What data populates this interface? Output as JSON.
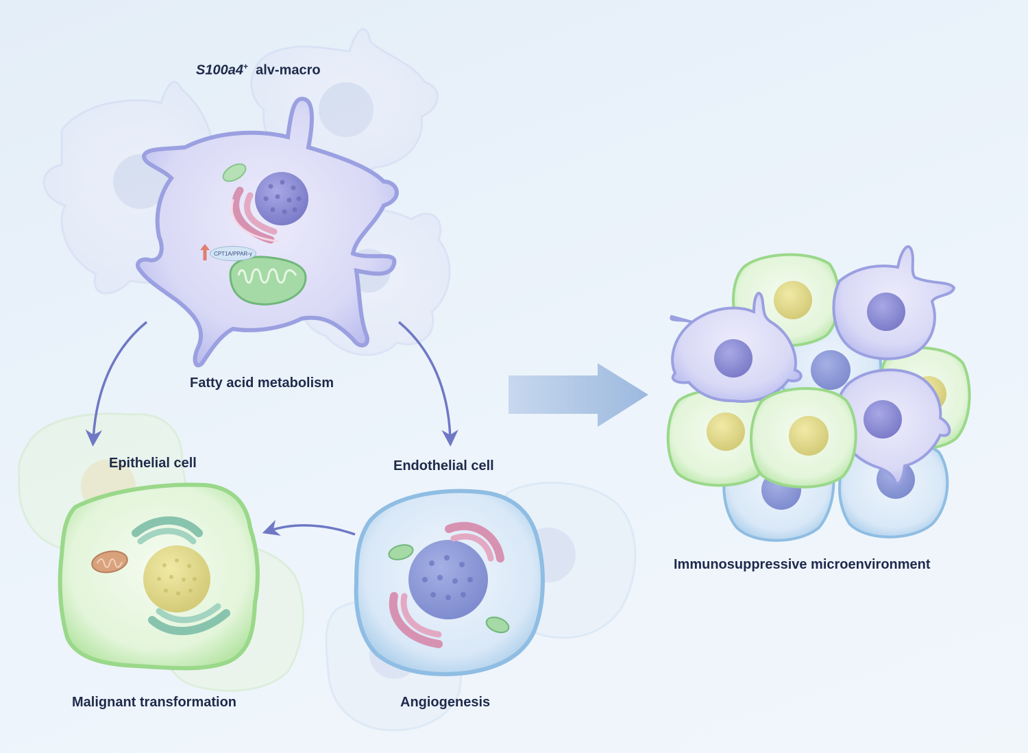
{
  "labels": {
    "title_gene": "S100a4",
    "title_superscript": "+",
    "title_cell": "alv-macro",
    "marker": "CPT1A/PPAR-γ",
    "fatty_acid": "Fatty acid metabolism",
    "epithelial": "Epithelial cell",
    "endothelial": "Endothelial cell",
    "malignant": "Malignant transformation",
    "angiogenesis": "Angiogenesis",
    "immuno": "Immunosuppressive microenvironment"
  },
  "icons": {
    "up": "up-arrow-icon"
  },
  "colors": {
    "macrophage_fill": "#dcdcf7",
    "macrophage_edge": "#9aa0e0",
    "macro_nucleus": "#8c8bd6",
    "epithelial_fill": "#e9f7e3",
    "epithelial_edge": "#9ad88a",
    "epi_nucleus": "#e3db8e",
    "endothelial_fill": "#e2eef9",
    "endothelial_edge": "#8fbde3",
    "endo_nucleus": "#8c96d8",
    "golgi_pink": "#d792b2",
    "golgi_teal": "#88c3ad",
    "mito_green": "#a5d9a5",
    "mito_orange": "#d9a27d",
    "arrow": "#6f78c4",
    "up_arrow": "#e07e70"
  }
}
